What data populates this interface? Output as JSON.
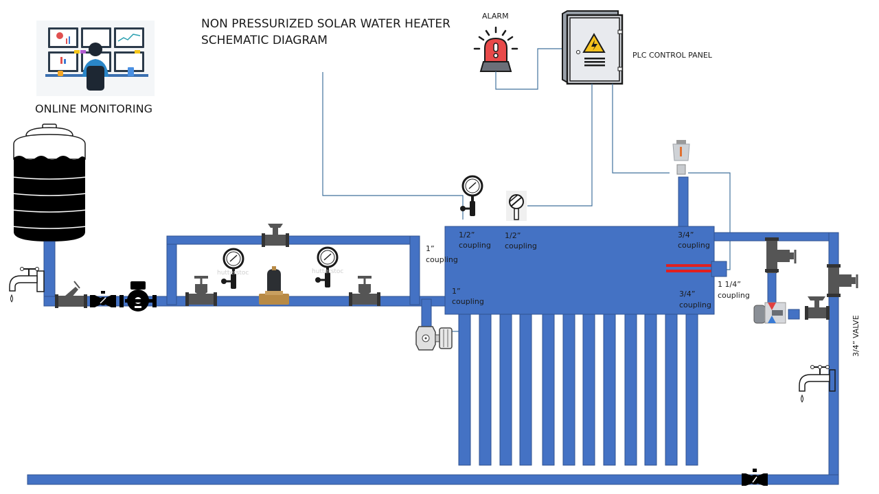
{
  "title": {
    "line1": "NON PRESSURIZED SOLAR WATER HEATER",
    "line2": "SCHEMATIC DIAGRAM"
  },
  "labels": {
    "online_monitoring": "ONLINE MONITORING",
    "alarm": "ALARM",
    "plc_control_panel": "PLC CONTROL PANEL",
    "valve_3_4": "3/4” VALVE"
  },
  "couplings": [
    {
      "size": "1”",
      "word": "coupling",
      "position": "inlet-left-outer"
    },
    {
      "size": "1/2”",
      "word": "coupling",
      "position": "top-left"
    },
    {
      "size": "1/2”",
      "word": "coupling",
      "position": "top-left-2"
    },
    {
      "size": "1”",
      "word": "coupling",
      "position": "bottom-left"
    },
    {
      "size": "3/4”",
      "word": "coupling",
      "position": "top-right"
    },
    {
      "size": "3/4”",
      "word": "coupling",
      "position": "bottom-right"
    },
    {
      "size": "1 1/4”",
      "word": "coupling",
      "position": "right-outlet"
    }
  ],
  "watermark": "hutterstoc",
  "components": {
    "tank": "storage-tank",
    "collector_tubes": 12,
    "pressure_gauges": 3,
    "colors": {
      "pipe": "#4472C4",
      "pipe_stroke": "#2F528F",
      "heater_element": "#E02020",
      "alarm": "#E84A4A",
      "wire": "#41719C"
    }
  }
}
